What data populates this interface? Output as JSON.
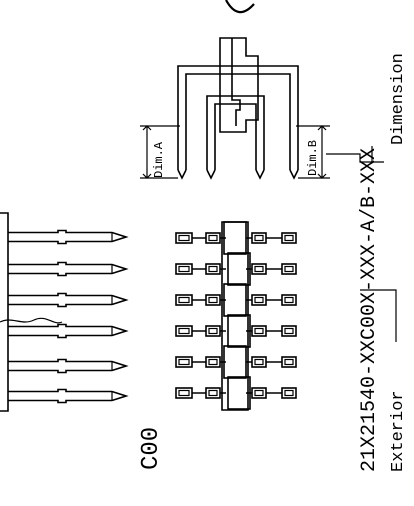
{
  "labels": {
    "part_number": "21X21540-XXC00X-XXX-A/B-XXX",
    "dimension": "Dimension",
    "exterior": "Exterior",
    "dim_a": "Dim.A",
    "dim_b": "Dim.B",
    "series_code": "C00"
  }
}
